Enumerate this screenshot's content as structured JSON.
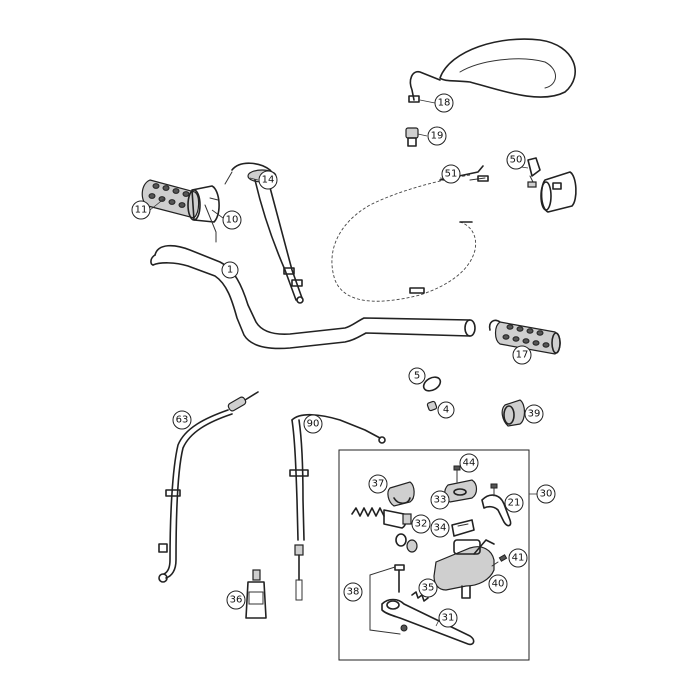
{
  "callouts": [
    {
      "id": "1",
      "label": "1"
    },
    {
      "id": "4",
      "label": "4"
    },
    {
      "id": "5",
      "label": "5"
    },
    {
      "id": "10",
      "label": "10"
    },
    {
      "id": "11",
      "label": "11"
    },
    {
      "id": "14",
      "label": "14"
    },
    {
      "id": "17",
      "label": "17"
    },
    {
      "id": "18",
      "label": "18"
    },
    {
      "id": "19",
      "label": "19"
    },
    {
      "id": "21",
      "label": "21"
    },
    {
      "id": "30",
      "label": "30"
    },
    {
      "id": "31",
      "label": "31"
    },
    {
      "id": "32",
      "label": "32"
    },
    {
      "id": "33",
      "label": "33"
    },
    {
      "id": "34",
      "label": "34"
    },
    {
      "id": "35",
      "label": "35"
    },
    {
      "id": "36",
      "label": "36"
    },
    {
      "id": "37",
      "label": "37"
    },
    {
      "id": "38",
      "label": "38"
    },
    {
      "id": "39",
      "label": "39"
    },
    {
      "id": "40",
      "label": "40"
    },
    {
      "id": "41",
      "label": "41"
    },
    {
      "id": "44",
      "label": "44"
    },
    {
      "id": "50",
      "label": "50"
    },
    {
      "id": "51",
      "label": "51"
    },
    {
      "id": "63",
      "label": "63"
    },
    {
      "id": "90",
      "label": "90"
    }
  ],
  "colors": {
    "line": "#222222",
    "background": "#ffffff",
    "fill": "#cfcfcf"
  }
}
